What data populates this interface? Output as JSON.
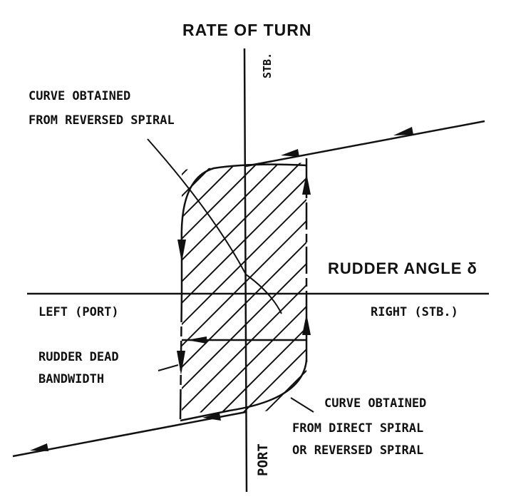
{
  "axes": {
    "y_title": "RATE OF TURN",
    "y_top": "STB.",
    "y_bottom": "PORT",
    "x_title": "RUDDER ANGLE δ",
    "x_left": "LEFT (PORT)",
    "x_right": "RIGHT (STB.)"
  },
  "annotations": {
    "reversed_spiral_line1": "CURVE OBTAINED",
    "reversed_spiral_line2": "FROM REVERSED SPIRAL",
    "dead_band_line1": "RUDDER DEAD",
    "dead_band_line2": "BANDWIDTH",
    "direct_spiral_line1": "CURVE OBTAINED",
    "direct_spiral_line2": "FROM DIRECT SPIRAL",
    "direct_spiral_line3": "OR REVERSED SPIRAL"
  },
  "colors": {
    "ink": "#111111",
    "background": "#ffffff"
  }
}
